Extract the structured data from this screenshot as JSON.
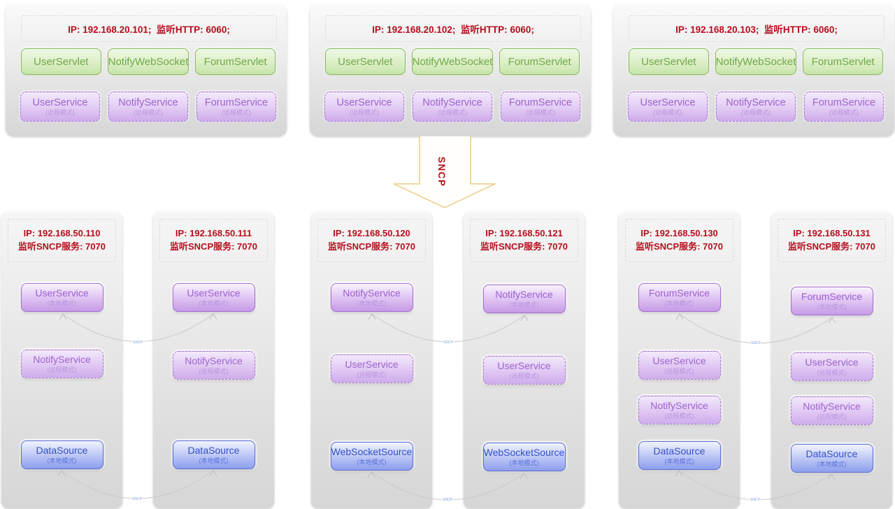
{
  "servers": [
    {
      "ip_line": "IP: 192.168.20.101;  监听HTTP: 6060;",
      "servlets": [
        "UserServlet",
        "NotifyWebSocket",
        "ForumServlet"
      ],
      "services": [
        {
          "name": "UserService",
          "mode": "(远程模式)"
        },
        {
          "name": "NotifyService",
          "mode": "(远程模式)"
        },
        {
          "name": "ForumService",
          "mode": "(远程模式)"
        }
      ]
    },
    {
      "ip_line": "IP: 192.168.20.102;  监听HTTP: 6060;",
      "servlets": [
        "UserServlet",
        "NotifyWebSocket",
        "ForumServlet"
      ],
      "services": [
        {
          "name": "UserService",
          "mode": "(远程模式)"
        },
        {
          "name": "NotifyService",
          "mode": "(远程模式)"
        },
        {
          "name": "ForumService",
          "mode": "(远程模式)"
        }
      ]
    },
    {
      "ip_line": "IP: 192.168.20.103;  监听HTTP: 6060;",
      "servlets": [
        "UserServlet",
        "NotifyWebSocket",
        "ForumServlet"
      ],
      "services": [
        {
          "name": "UserService",
          "mode": "(远程模式)"
        },
        {
          "name": "NotifyService",
          "mode": "(远程模式)"
        },
        {
          "name": "ForumService",
          "mode": "(远程模式)"
        }
      ]
    }
  ],
  "arrow": {
    "label": "SNCP"
  },
  "connector_label": "SNCP",
  "nodes": [
    {
      "ip_line1": "IP: 192.168.50.110",
      "ip_line2": "监听SNCP服务: 7070",
      "services": [
        {
          "name": "UserService",
          "mode": "(本地模式)"
        },
        {
          "name": "NotifyService",
          "mode": "(远程模式)"
        },
        {
          "name": "DataSource",
          "mode": "(本地模式)"
        }
      ]
    },
    {
      "ip_line1": "IP: 192.168.50.111",
      "ip_line2": "监听SNCP服务: 7070",
      "services": [
        {
          "name": "UserService",
          "mode": "(本地模式)"
        },
        {
          "name": "NotifyService",
          "mode": "(远程模式)"
        },
        {
          "name": "DataSource",
          "mode": "(本地模式)"
        }
      ]
    },
    {
      "ip_line1": "IP: 192.168.50.120",
      "ip_line2": "监听SNCP服务: 7070",
      "services": [
        {
          "name": "NotifyService",
          "mode": "(本地模式)"
        },
        {
          "name": "UserService",
          "mode": "(远程模式)"
        },
        {
          "name": "WebSocketSource",
          "mode": "(本地模式)"
        }
      ]
    },
    {
      "ip_line1": "IP: 192.168.50.121",
      "ip_line2": "监听SNCP服务: 7070",
      "services": [
        {
          "name": "NotifyService",
          "mode": "(本地模式)"
        },
        {
          "name": "UserService",
          "mode": "(远程模式)"
        },
        {
          "name": "WebSocketSource",
          "mode": "(本地模式)"
        }
      ]
    },
    {
      "ip_line1": "IP: 192.168.50.130",
      "ip_line2": "监听SNCP服务: 7070",
      "services": [
        {
          "name": "ForumService",
          "mode": "(本地模式)"
        },
        {
          "name": "UserService",
          "mode": "(远程模式)"
        },
        {
          "name": "NotifyService",
          "mode": "(远程模式)"
        },
        {
          "name": "DataSource",
          "mode": "(本地模式)"
        }
      ]
    },
    {
      "ip_line1": "IP: 192.168.50.131",
      "ip_line2": "监听SNCP服务: 7070",
      "services": [
        {
          "name": "ForumService",
          "mode": "(本地模式)"
        },
        {
          "name": "UserService",
          "mode": "(远程模式)"
        },
        {
          "name": "NotifyService",
          "mode": "(远程模式)"
        },
        {
          "name": "DataSource",
          "mode": "(本地模式)"
        }
      ]
    }
  ],
  "colors": {
    "red_text": "#b60d1c",
    "green_border": "#8aba60",
    "green_text": "#71a844",
    "purple_border": "#a678d2",
    "purple_text": "#9c63cd",
    "blue_border": "#5c70d8",
    "blue_text": "#3350c8",
    "arrow_stroke": "#eccb81",
    "connector_line": "#c9c9c9"
  }
}
